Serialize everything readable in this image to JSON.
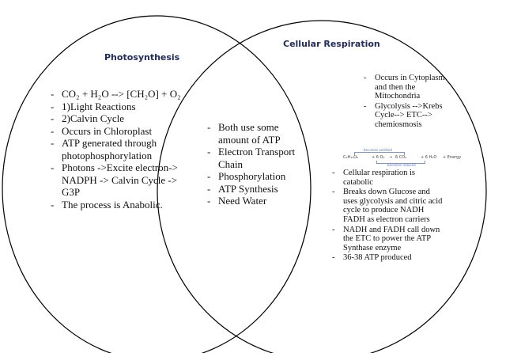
{
  "diagram": {
    "left_title": "Photosynthesis",
    "right_title": "Cellular Respiration",
    "photosynthesis_items": [
      "CO₂ + H₂O --> [CH₂O] + O₂",
      "1)Light Reactions",
      "2)Calvin Cycle",
      "Occurs in Chloroplast",
      "ATP generated through photophosphorylation",
      "Photons ->Excite electron-> NADPH -> Calvin Cycle -> G3P",
      "The process is Anabolic."
    ],
    "shared_items": [
      "Both use some amount of ATP",
      "Electron Transport Chain",
      "Phosphorylation",
      "ATP Synthesis",
      "Need Water"
    ],
    "respiration_top_items": [
      "Occurs in Cytoplasm and then the Mitochondria",
      "Glycolysis -->Krebs Cycle--> ETC--> chemiosmosis"
    ],
    "equation": {
      "glucose": "C₆H₁₂O₆",
      "oxygen": "+ 6 O₂",
      "arrow": "→",
      "co2": "6 CO₂",
      "water": "+ 6 H₂O",
      "energy": "+ Energy",
      "top_label": "becomes oxidized",
      "bottom_label": "becomes reduced"
    },
    "respiration_bottom_items": [
      "Cellular respiration is catabolic",
      "Breaks down Glucose and uses glycolysis and citric acid cycle to produce NADH FADH as electron carriers",
      "NADH and FADH call down the ETC to power the ATP Synthase enzyme",
      "36-38 ATP produced"
    ],
    "circle_color": "#000000"
  }
}
